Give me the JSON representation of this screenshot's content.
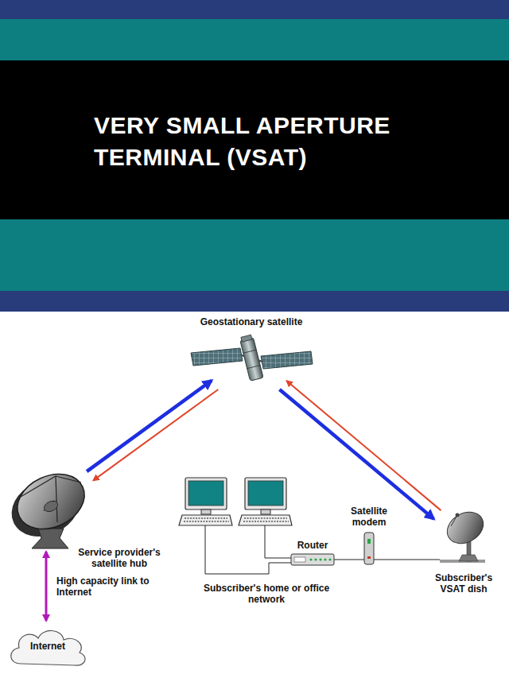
{
  "diagram": {
    "title": "VERY SMALL APERTURE TERMINAL (VSAT)",
    "nodes": [
      {
        "text": [
          "Geostationary satellite"
        ]
      },
      {
        "text": [
          "Service provider's satellite hub"
        ]
      },
      {
        "text": [
          "Internet"
        ]
      },
      {
        "text": [
          "Router"
        ]
      },
      {
        "text": [
          "Satellite modem"
        ]
      },
      {
        "text": [
          "Subscriber's VSAT dish"
        ]
      }
    ],
    "edges": [
      {
        "from": 1,
        "to": 0,
        "arrow": "to"
      },
      {
        "from": 0,
        "to": 1,
        "arrow": "to"
      },
      {
        "from": 0,
        "to": 5,
        "arrow": "to"
      },
      {
        "from": 5,
        "to": 0,
        "arrow": "to"
      },
      {
        "from": 1,
        "to": 2,
        "arrow": "both",
        "label": "High capacity link to Internet"
      },
      {
        "from": 3,
        "to": 4,
        "arrow": "none"
      },
      {
        "from": 4,
        "to": 5,
        "arrow": "none"
      }
    ],
    "labels": [
      "Subscriber's home or office network"
    ]
  }
}
